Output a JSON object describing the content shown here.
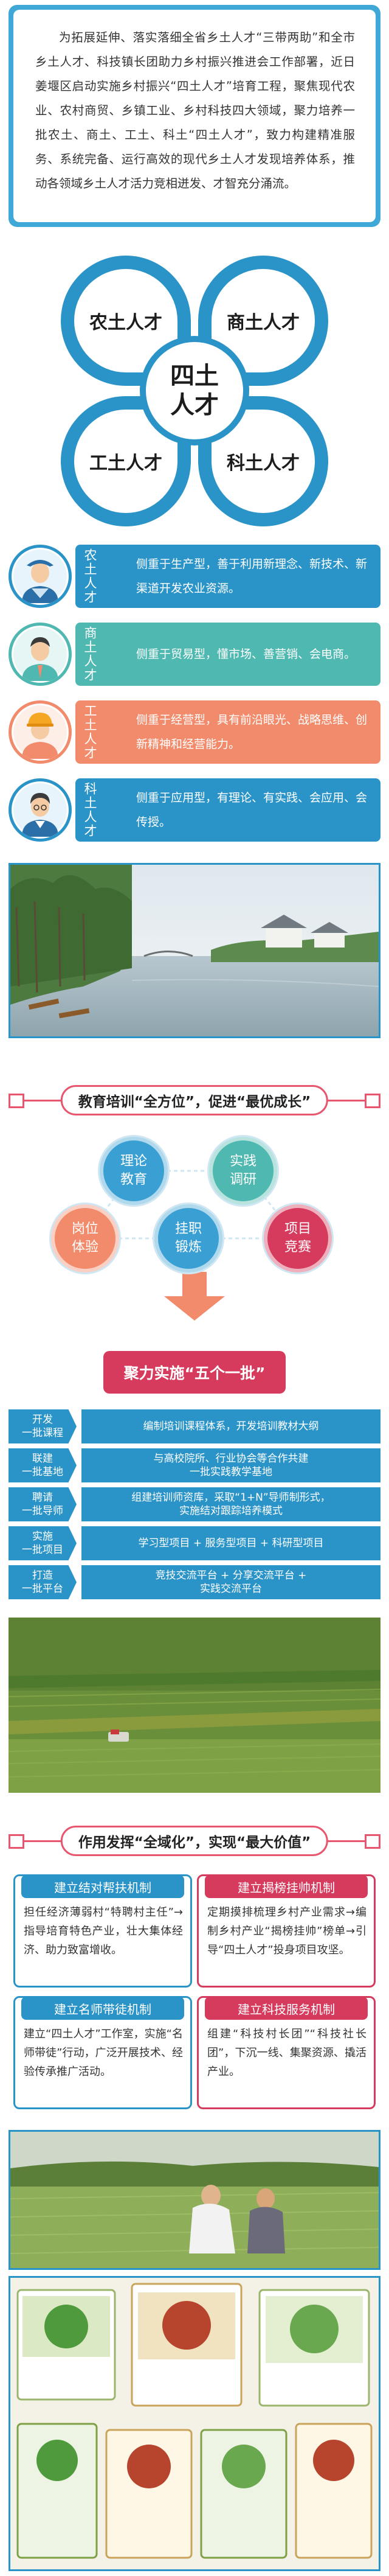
{
  "intro": {
    "text": "为拓展延伸、落实落细全省乡土人才“三带两助”和全市乡土人才、科技镇长团助力乡村振兴推进会工作部署，近日姜堰区启动实施乡村振兴“四土人才”培育工程，聚焦现代农业、农村商贸、乡镇工业、乡村科技四大领域，聚力培养一批农土、商土、工土、科土“四土人才”，致力构建精准服务、系统完备、运行高效的现代乡土人才发现培养体系，推动各领域乡土人才活力竞相迸发、才智充分涌流。"
  },
  "clover": {
    "center": "四土\n人才",
    "leaves": [
      "农土人才",
      "商土人才",
      "工土人才",
      "科土人才"
    ]
  },
  "talents": [
    {
      "tag": "农土人才",
      "desc": "侧重于生产型，善于利用新理念、新技术、新渠道开发农业资源。",
      "color": "#2a94c9",
      "avatar": "farmer-avatar-icon"
    },
    {
      "tag": "商土人才",
      "desc": "侧重于贸易型，懂市场、善营销、会电商。",
      "color": "#4fb8b0",
      "avatar": "merchant-avatar-icon"
    },
    {
      "tag": "工土人才",
      "desc": "侧重于经营型，具有前沿眼光、战略思维、创新精神和经营能力。",
      "color": "#f28b6b",
      "avatar": "worker-avatar-icon"
    },
    {
      "tag": "科土人才",
      "desc": "侧重于应用型，有理论、有实践、会应用、会传授。",
      "color": "#2a94c9",
      "avatar": "scientist-avatar-icon"
    }
  ],
  "section1": {
    "title": "教育培训“全方位”，促进“最优成长”",
    "bubbles": [
      "理论\n教育",
      "实践\n调研",
      "岗位\n体验",
      "挂职\n锻炼",
      "项目\n竞赛"
    ]
  },
  "fiveone": {
    "title": "聚力实施“五个一批”",
    "rows": [
      {
        "k": "开发\n一批课程",
        "v": "编制培训课程体系，开发培训教材大纲"
      },
      {
        "k": "联建\n一批基地",
        "v": "与高校院所、行业协会等合作共建\n一批实践教学基地"
      },
      {
        "k": "聘请\n一批导师",
        "v": "组建培训师资库，采取“1+N”导师制形式，\n实施结对跟踪培养模式"
      },
      {
        "k": "实施\n一批项目",
        "v": "学习型项目 + 服务型项目 + 科研型项目"
      },
      {
        "k": "打造\n一批平台",
        "v": "竞技交流平台 + 分享交流平台 +\n实践交流平台"
      }
    ]
  },
  "section2": {
    "title": "作用发挥“全域化”，实现“最大价值”"
  },
  "mechanisms": [
    {
      "title": "建立结对帮扶机制",
      "body": "担任经济薄弱村“特聘村主任”→指导培育特色产业，壮大集体经济、助力致富增收。",
      "style": "blue"
    },
    {
      "title": "建立揭榜挂帅机制",
      "body": "定期摸排梳理乡村产业需求→编制乡村产业“揭榜挂帅”榜单→引导“四土人才”投身项目攻坚。",
      "style": "pink"
    },
    {
      "title": "建立名师带徒机制",
      "body": "建立“四土人才”工作室，实施“名师带徒”行动，广泛开展技术、经验传承推广活动。",
      "style": "blue"
    },
    {
      "title": "建立科技服务机制",
      "body": "组建“科技村长团”“科技社长团”，下沉一线、集聚资源、撬活产业。",
      "style": "pink"
    }
  ],
  "colors": {
    "primary": "#2a94c9",
    "accent": "#d63b5e",
    "arrow": "#f28b6b"
  }
}
